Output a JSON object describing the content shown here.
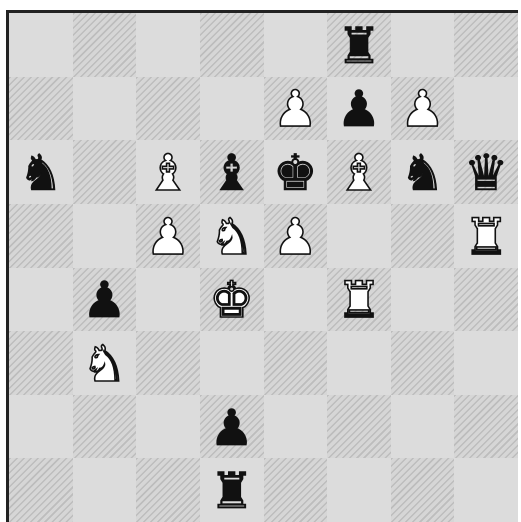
{
  "board": {
    "ranks": [
      [
        "",
        "",
        "",
        "",
        "",
        "bR",
        "",
        ""
      ],
      [
        "",
        "",
        "",
        "",
        "wP",
        "bP",
        "wP",
        ""
      ],
      [
        "bN",
        "",
        "wB",
        "bB",
        "bK",
        "wB",
        "bN",
        "bQ"
      ],
      [
        "",
        "",
        "wP",
        "wN",
        "wP",
        "",
        "",
        "wR"
      ],
      [
        "",
        "bP",
        "",
        "wK",
        "",
        "wR",
        "",
        ""
      ],
      [
        "",
        "wN",
        "",
        "",
        "",
        "",
        "",
        ""
      ],
      [
        "",
        "",
        "",
        "bP",
        "",
        "",
        "",
        ""
      ],
      [
        "",
        "",
        "",
        "bR",
        "",
        "",
        "",
        ""
      ]
    ]
  },
  "pieces": {
    "wK": {
      "glyph": "♚",
      "color": "white",
      "name": "white-king-icon"
    },
    "wQ": {
      "glyph": "♛",
      "color": "white",
      "name": "white-queen-icon"
    },
    "wR": {
      "glyph": "♜",
      "color": "white",
      "name": "white-rook-icon"
    },
    "wB": {
      "glyph": "♝",
      "color": "white",
      "name": "white-bishop-icon"
    },
    "wN": {
      "glyph": "♞",
      "color": "white",
      "name": "white-knight-icon"
    },
    "wP": {
      "glyph": "♟",
      "color": "white",
      "name": "white-pawn-icon"
    },
    "bK": {
      "glyph": "♚",
      "color": "black",
      "name": "black-king-icon"
    },
    "bQ": {
      "glyph": "♛",
      "color": "black",
      "name": "black-queen-icon"
    },
    "bR": {
      "glyph": "♜",
      "color": "black",
      "name": "black-rook-icon"
    },
    "bB": {
      "glyph": "♝",
      "color": "black",
      "name": "black-bishop-icon"
    },
    "bN": {
      "glyph": "♞",
      "color": "black",
      "name": "black-knight-icon"
    },
    "bP": {
      "glyph": "♟",
      "color": "black",
      "name": "black-pawn-icon"
    }
  },
  "colors": {
    "light_square": "#dcdcdc",
    "dark_square_hatch": "#bdbdbd",
    "border": "#222222"
  }
}
